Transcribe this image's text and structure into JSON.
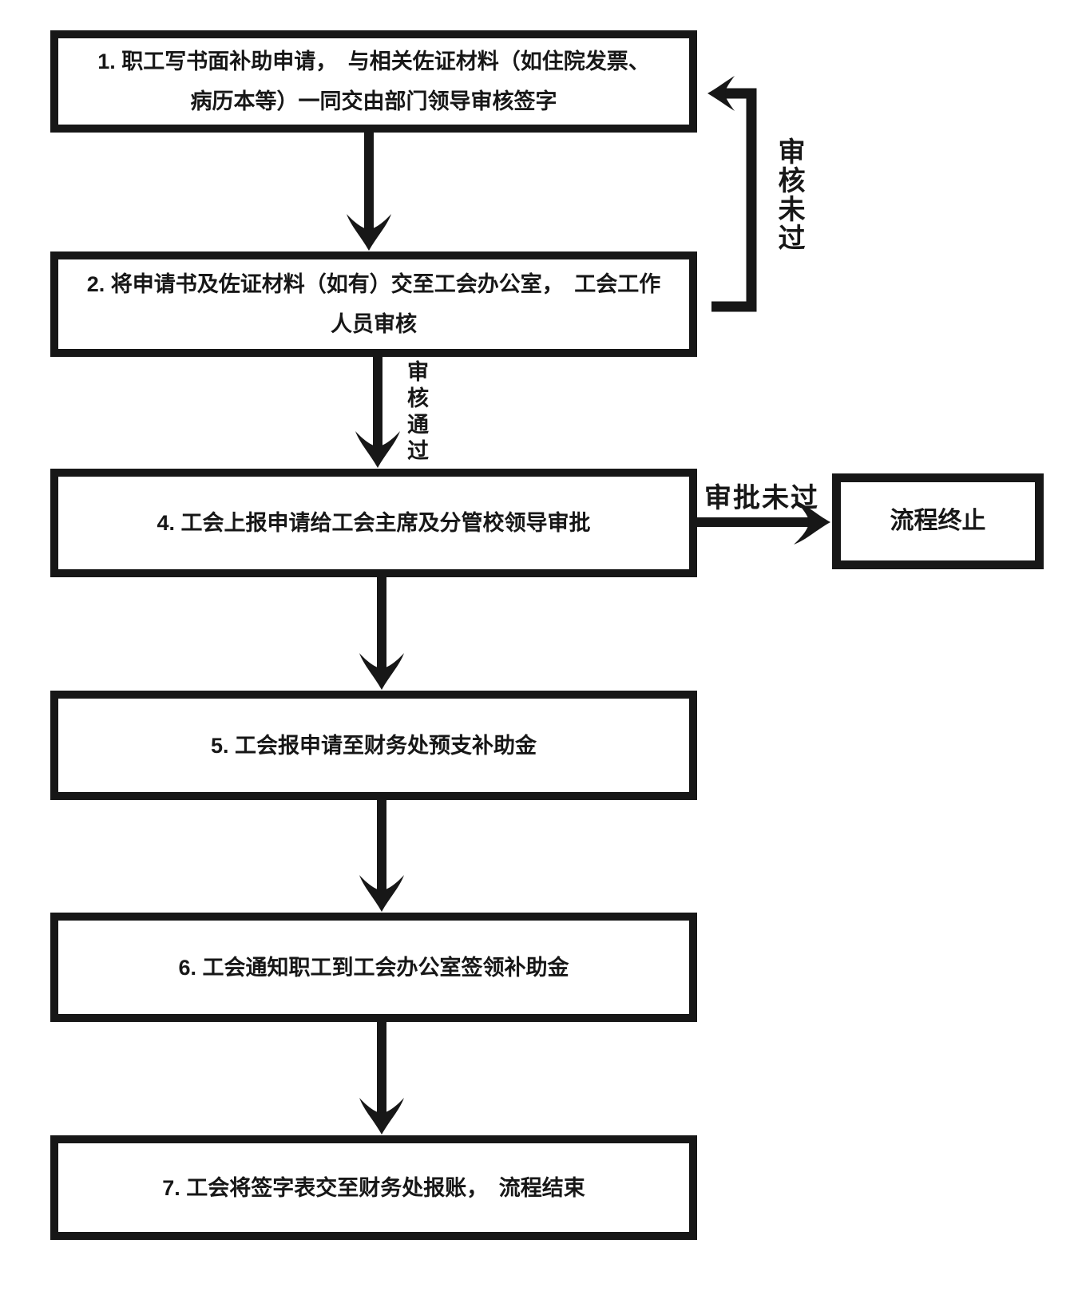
{
  "diagram": {
    "title_hint": "工会补助申请流程图",
    "colors": {
      "line": "#171717",
      "background": "#ffffff"
    },
    "boxes": [
      {
        "id": "step1",
        "lines": [
          "1. 职工写书面补助申请，　与相关佐证材料（如住院发票、",
          "病历本等）一同交由部门领导审核签字"
        ]
      },
      {
        "id": "step2",
        "lines": [
          "2. 将申请书及佐证材料（如有）交至工会办公室，　工会工作",
          "人员审核"
        ]
      },
      {
        "id": "step4",
        "lines": [
          "4. 工会上报申请给工会主席及分管校领导审批"
        ]
      },
      {
        "id": "step5",
        "lines": [
          "5. 工会报申请至财务处预支补助金"
        ]
      },
      {
        "id": "step6",
        "lines": [
          "6. 工会通知职工到工会办公室签领补助金"
        ]
      },
      {
        "id": "step7",
        "lines": [
          "7. 工会将签字表交至财务处报账，　流程结束"
        ]
      },
      {
        "id": "terminate",
        "lines": [
          "流程终止"
        ]
      }
    ],
    "labels": {
      "review_fail": "审核未过",
      "review_pass": "审核通过",
      "approval_fail": "审批未过"
    }
  }
}
